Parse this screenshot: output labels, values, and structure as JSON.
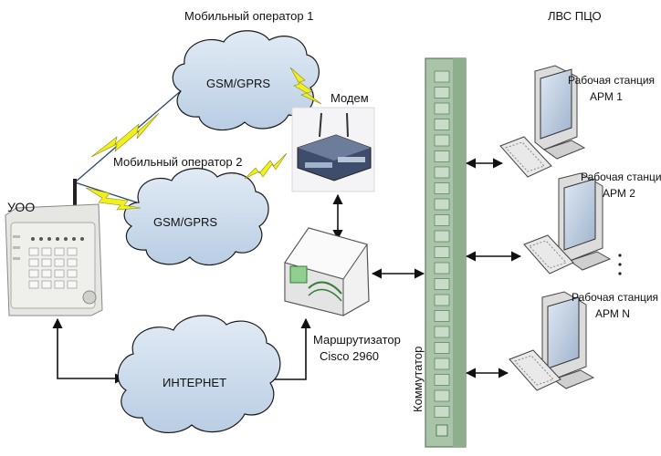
{
  "labels": {
    "operator1": "Мобильный оператор 1",
    "operator2": "Мобильный оператор 2",
    "lan": "ЛВС ПЦО",
    "modem": "Модем",
    "uoo": "УОО",
    "gsm1": "GSM/GPRS",
    "gsm2": "GSM/GPRS",
    "internet": "ИНТЕРНЕТ",
    "router_line1": "Маршрутизатор",
    "router_line2": "Cisco 2960",
    "switch": "Коммутатор",
    "ws1_line1": "Рабочая станция",
    "ws1_line2": "АРМ 1",
    "ws2_line1": "Рабочая станция",
    "ws2_line2": "АРМ 2",
    "wsn_line1": "Рабочая станция",
    "wsn_line2": "АРМ N"
  },
  "colors": {
    "cloud_fill": "#c9d8ea",
    "cloud_stroke": "#1a1a1a",
    "lightning": "#f2ef1e",
    "switch_fill": "#a9c4a8",
    "line": "#1a1a1a"
  }
}
